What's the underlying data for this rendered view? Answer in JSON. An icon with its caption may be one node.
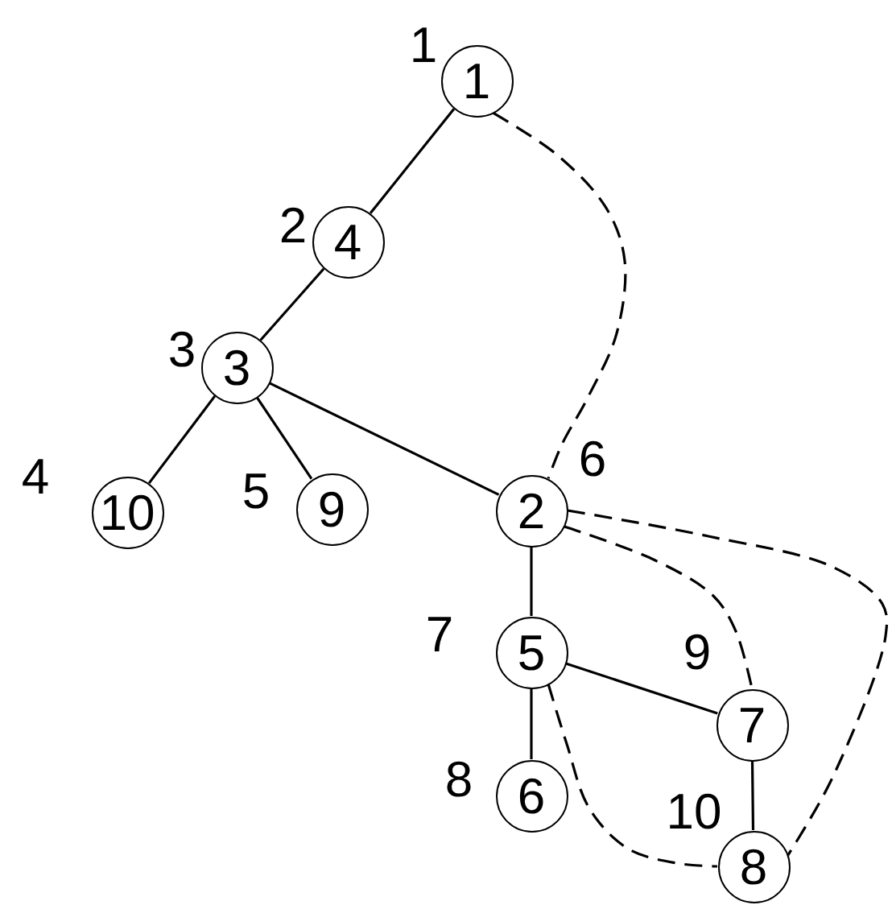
{
  "diagram": {
    "nodes": [
      {
        "text": [
          "1"
        ],
        "beside": [
          "1"
        ]
      },
      {
        "text": [
          "4"
        ],
        "beside": [
          "2"
        ]
      },
      {
        "text": [
          "3"
        ],
        "beside": [
          "3"
        ]
      },
      {
        "text": [
          "10"
        ],
        "beside": [
          "4"
        ]
      },
      {
        "text": [
          "9"
        ],
        "beside": [
          "5"
        ]
      },
      {
        "text": [
          "2"
        ],
        "beside": [
          "6"
        ]
      },
      {
        "text": [
          "5"
        ],
        "beside": [
          "7"
        ]
      },
      {
        "text": [
          "7"
        ],
        "beside": [
          "9"
        ]
      },
      {
        "text": [
          "6"
        ],
        "beside": [
          "8"
        ]
      },
      {
        "text": [
          "8"
        ],
        "beside": [
          "10"
        ]
      }
    ],
    "edges": [
      {
        "from": 0,
        "to": 1,
        "arrow": "none"
      },
      {
        "from": 1,
        "to": 2,
        "arrow": "none"
      },
      {
        "from": 2,
        "to": 3,
        "arrow": "none"
      },
      {
        "from": 2,
        "to": 4,
        "arrow": "none"
      },
      {
        "from": 2,
        "to": 5,
        "arrow": "none"
      },
      {
        "from": 5,
        "to": 6,
        "arrow": "none"
      },
      {
        "from": 6,
        "to": 7,
        "arrow": "none"
      },
      {
        "from": 6,
        "to": 8,
        "arrow": "none"
      },
      {
        "from": 7,
        "to": 9,
        "arrow": "none"
      },
      {
        "from": 0,
        "to": 5,
        "arrow": "none",
        "style": "dashed"
      },
      {
        "from": 5,
        "to": 7,
        "arrow": "none",
        "style": "dashed"
      },
      {
        "from": 5,
        "to": 9,
        "arrow": "none",
        "style": "dashed"
      },
      {
        "from": 6,
        "to": 9,
        "arrow": "none",
        "style": "dashed"
      }
    ]
  }
}
